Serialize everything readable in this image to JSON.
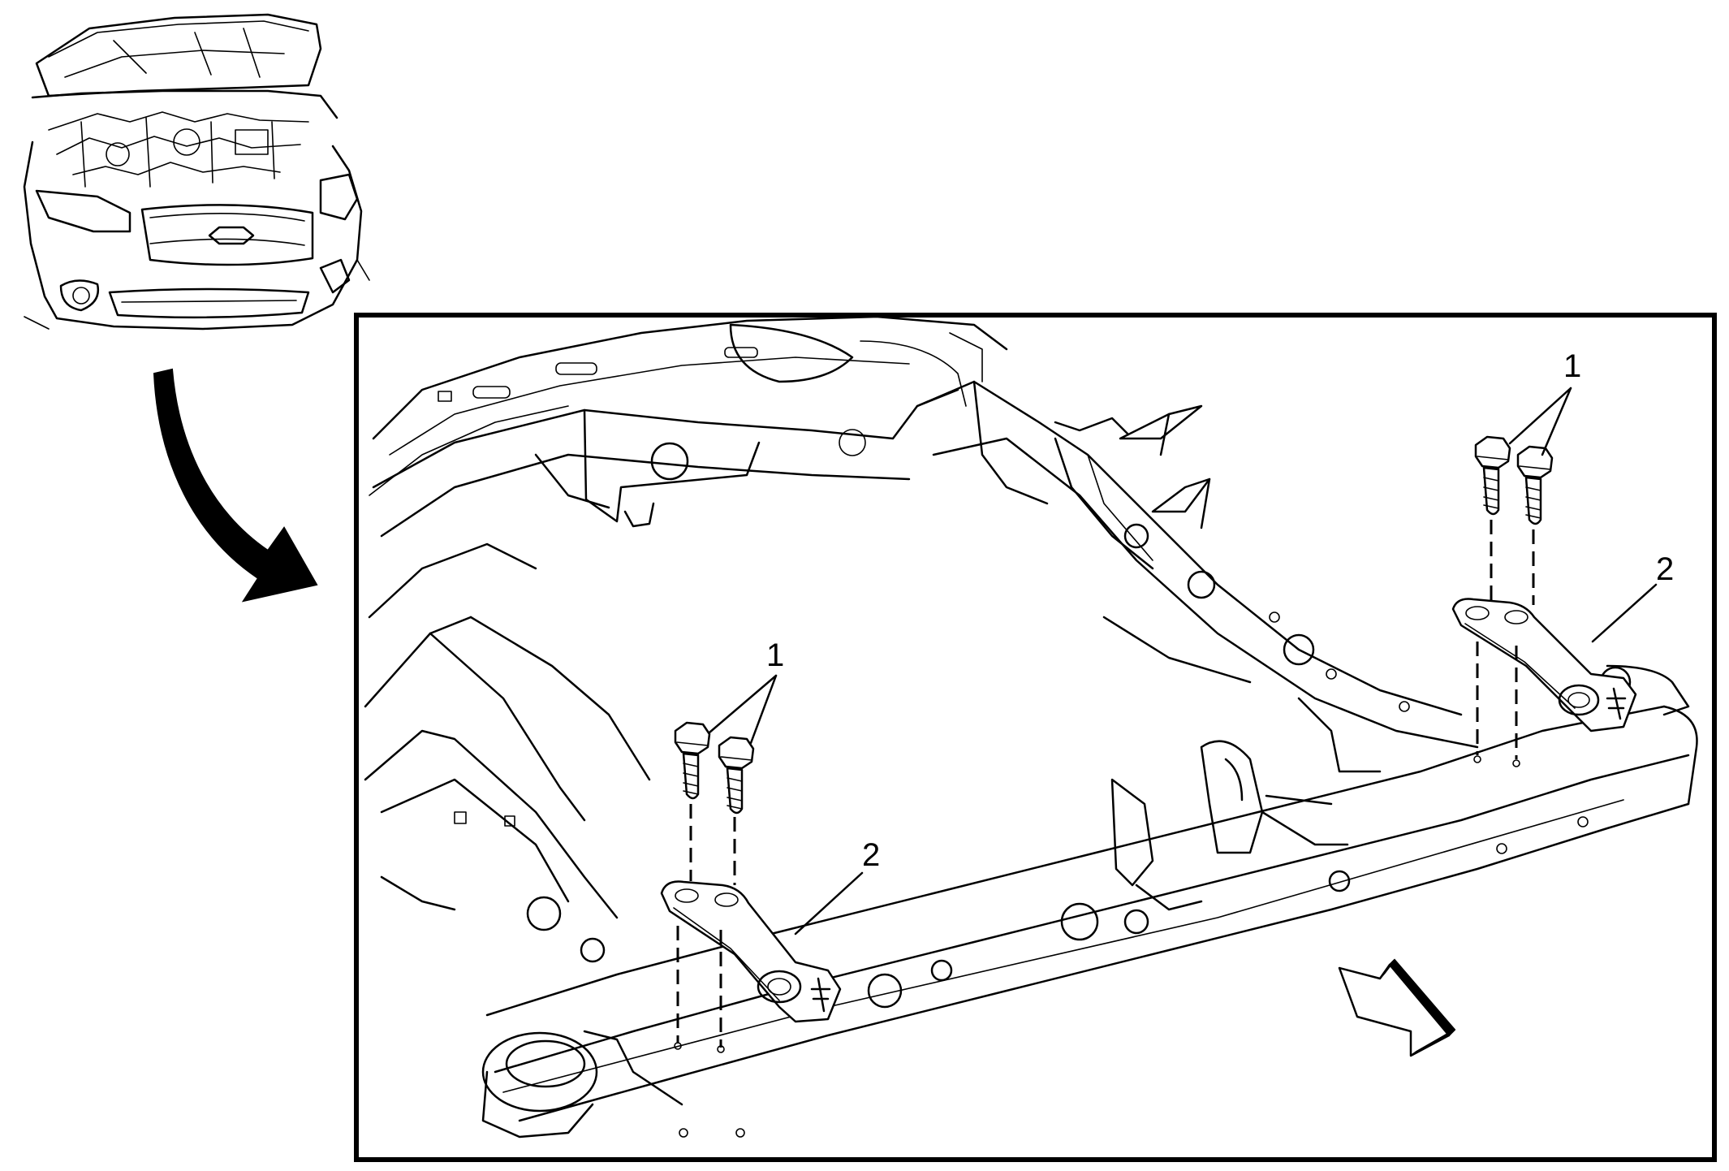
{
  "diagram": {
    "callouts": [
      {
        "id": "fastener-upper",
        "label": "1"
      },
      {
        "id": "bracket-upper",
        "label": "2"
      },
      {
        "id": "fastener-lower",
        "label": "1"
      },
      {
        "id": "bracket-lower",
        "label": "2"
      }
    ]
  }
}
